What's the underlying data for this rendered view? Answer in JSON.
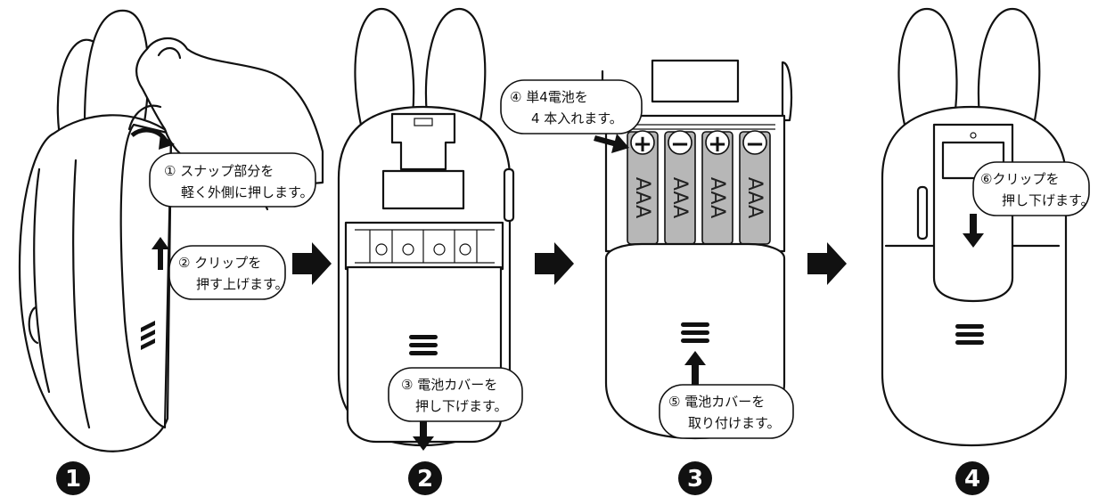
{
  "steps": [
    {
      "number": "1"
    },
    {
      "number": "2"
    },
    {
      "number": "3"
    },
    {
      "number": "4"
    }
  ],
  "callouts": {
    "c1": {
      "line1": "① スナップ部分を",
      "line2": "軽く外側に押します。"
    },
    "c2": {
      "line1": "② クリップを",
      "line2": "押す上げます。"
    },
    "c3": {
      "line1": "③ 電池カバーを",
      "line2": "押し下げます。"
    },
    "c4": {
      "line1": "④ 単4電池を",
      "line2": "4 本入れます。"
    },
    "c5": {
      "line1": "⑤ 電池カバーを",
      "line2": "取り付けます。"
    },
    "c6": {
      "line1": "⑥クリップを",
      "line2": "押し下げます。"
    }
  },
  "battery": {
    "label": "AAA",
    "polarity": [
      "+",
      "−",
      "+",
      "−"
    ]
  }
}
